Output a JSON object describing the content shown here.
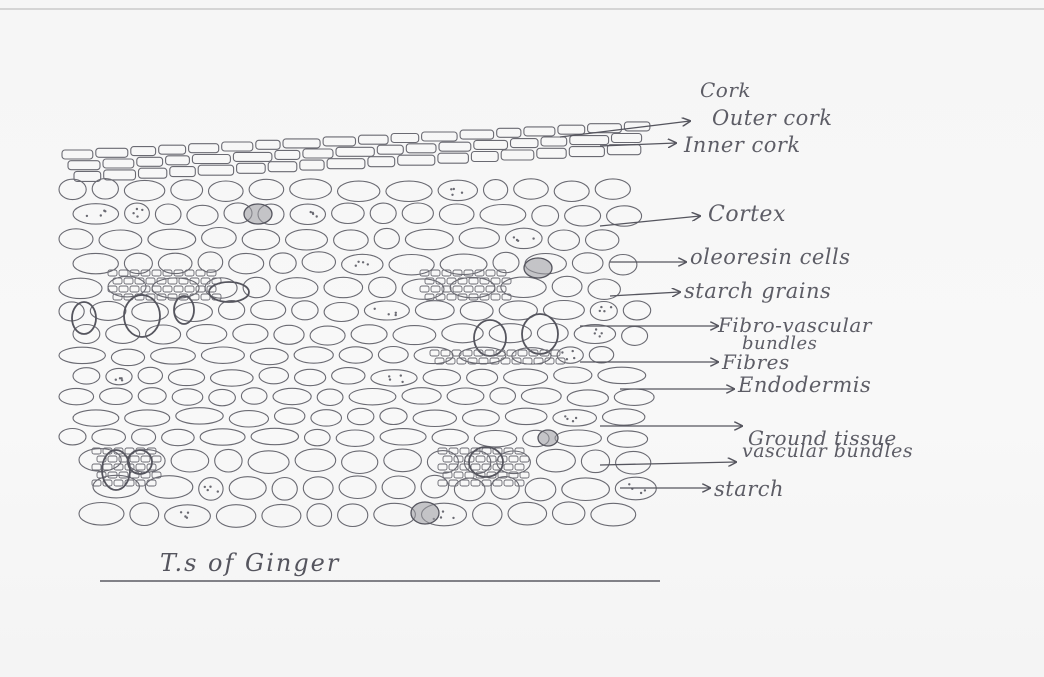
{
  "diagram": {
    "title": "T.s of Ginger",
    "labels": {
      "cork": "Cork",
      "outer_cork": "Outer cork",
      "inner_cork": "Inner cork",
      "cortex": "Cortex",
      "oleoresin_cells": "oleoresin cells",
      "starch_grains": "starch grains",
      "fibro_vascular_line1": "Fibro-vascular",
      "fibro_vascular_line2": "bundles",
      "fibres": "Fibres",
      "endodermis": "Endodermis",
      "ground_tissue": "Ground tissue",
      "vascular_bundles": "vascular bundles",
      "starch": "starch"
    }
  }
}
